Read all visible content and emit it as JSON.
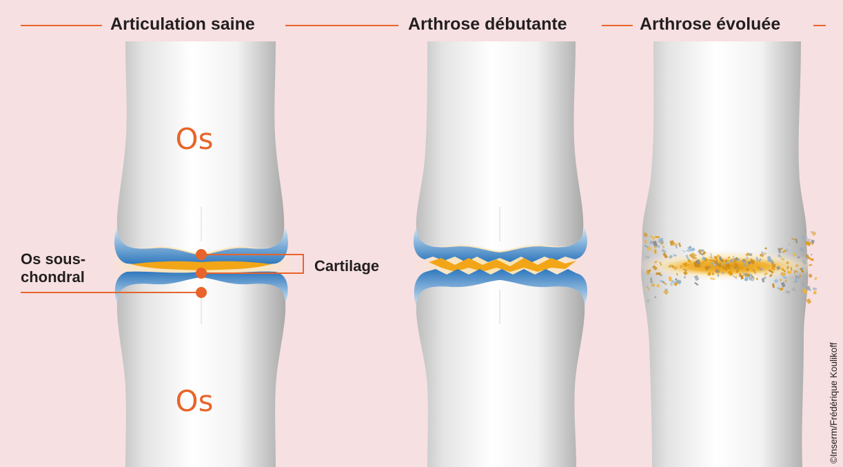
{
  "headers": {
    "healthy": "Articulation saine",
    "early": "Arthrose débutante",
    "advanced": "Arthrose évoluée"
  },
  "labels": {
    "bone_top": "Os",
    "bone_bottom": "Os",
    "subchondral_line1": "Os sous-",
    "subchondral_line2": "chondral",
    "cartilage": "Cartilage"
  },
  "credit": "©Inserm/Frédérique Koulikoff",
  "colors": {
    "background": "#f7e0e2",
    "accent_orange": "#e8642a",
    "cartilage_blue": "#3a7fc0",
    "cartilage_yellow": "#f2a516",
    "text": "#231f20"
  }
}
